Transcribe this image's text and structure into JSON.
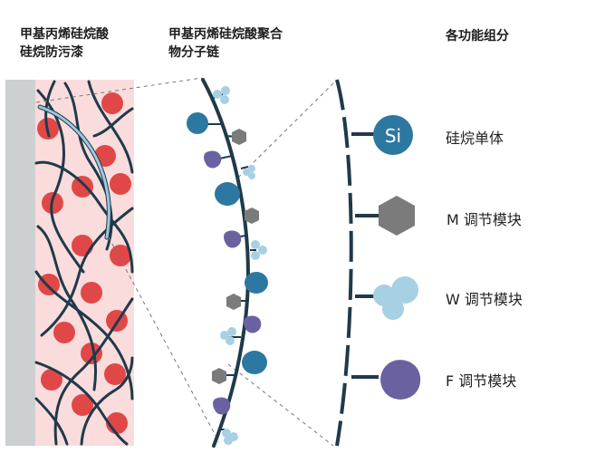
{
  "headers": {
    "coating_line1": "甲基丙烯硅烷酸",
    "coating_line2": "硅烷防污漆",
    "polymer_line1": "甲基丙烯硅烷酸聚合",
    "polymer_line2": "物分子链",
    "components": "各功能组分"
  },
  "legend": {
    "si_text": "Si",
    "si_label": "硅烷单体",
    "m_label": "M 调节模块",
    "w_label": "W 调节模块",
    "f_label": "F 调节模块"
  },
  "colors": {
    "chain": "#1f3a4a",
    "si_blue": "#2d78a0",
    "hex_gray": "#7b7b7b",
    "cluster_light_blue": "#a7d0e3",
    "blob_purple": "#6a62a0",
    "particle_red": "#e04848",
    "coating_bg": "#fadcdc",
    "substrate_gray": "#cdd0d1"
  }
}
